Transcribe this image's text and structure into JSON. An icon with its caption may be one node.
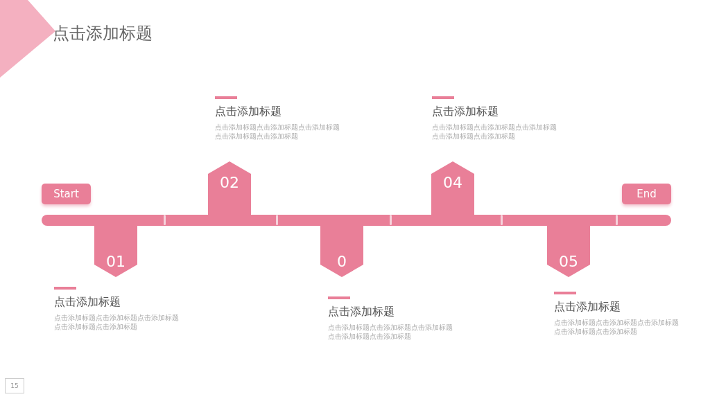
{
  "diagram": {
    "title": "点击添加标题",
    "nodes": [
      {
        "text": [
          "Start"
        ]
      },
      {
        "text": [
          "01"
        ],
        "beside": [
          "点击添加标题",
          "点击添加标题点击添加标题点击添加标题点击添加标题点击添加标题"
        ]
      },
      {
        "text": [
          "02"
        ],
        "beside": [
          "点击添加标题",
          "点击添加标题点击添加标题点击添加标题点击添加标题点击添加标题"
        ]
      },
      {
        "text": [
          "0"
        ],
        "beside": [
          "点击添加标题",
          "点击添加标题点击添加标题点击添加标题点击添加标题点击添加标题"
        ]
      },
      {
        "text": [
          "04"
        ],
        "beside": [
          "点击添加标题",
          "点击添加标题点击添加标题点击添加标题点击添加标题点击添加标题"
        ]
      },
      {
        "text": [
          "05"
        ],
        "beside": [
          "点击添加标题",
          "点击添加标题点击添加标题点击添加标题点击添加标题点击添加标题"
        ]
      },
      {
        "text": [
          "End"
        ]
      }
    ],
    "labels": [
      "15"
    ]
  }
}
